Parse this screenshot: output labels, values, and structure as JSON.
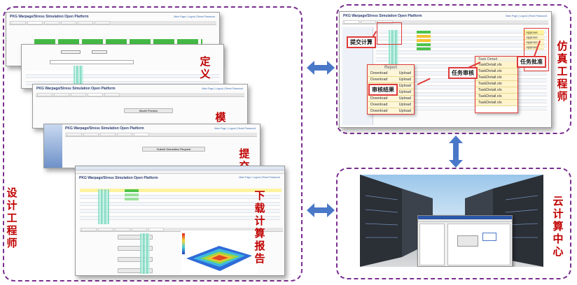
{
  "labels": {
    "design_engineer": "设计工程师",
    "sim_engineer": "仿真工程师",
    "cloud_center": "云计算中心",
    "step_define": "定义",
    "step_model": "模",
    "step_submit": "提交",
    "step_download": "下载计算报告"
  },
  "platform": {
    "title": "PKG Warpage/Stress Simulation Open Platform",
    "links": "Main Page | Logout | Reset Password"
  },
  "form": {
    "model_preview_btn": "Model Preview",
    "submit_btn": "Submit Simulation Request"
  },
  "callouts": {
    "submit_calc": "提交计算",
    "task_review": "任务审核",
    "task_approve": "任务批准",
    "review_result": "审核结果"
  },
  "report_popup": {
    "title": "Report",
    "items": [
      {
        "a": "Download",
        "b": "Upload"
      },
      {
        "a": "Download",
        "b": "Upload"
      },
      {
        "a": "Download",
        "b": "Upload"
      },
      {
        "a": "Download",
        "b": "Upload"
      },
      {
        "a": "Download",
        "b": "Upload"
      },
      {
        "a": "Download",
        "b": "Upload"
      },
      {
        "a": "Download",
        "b": "Upload"
      }
    ]
  },
  "task_popup": {
    "title": "Task Detail",
    "items": [
      "TaskDetail.xls",
      "TaskDetail.xls",
      "TaskDetail.xls",
      "TaskDetail.xls",
      "TaskDetail.xls",
      "TaskDetail.xls",
      "TaskDetail.xls"
    ]
  },
  "approve_label": "Approve",
  "colors": {
    "panel_border": "#7a2f8f",
    "label_red": "#c00000",
    "callout_red": "#e03a3a",
    "arrow_blue": "#4a78c8"
  }
}
